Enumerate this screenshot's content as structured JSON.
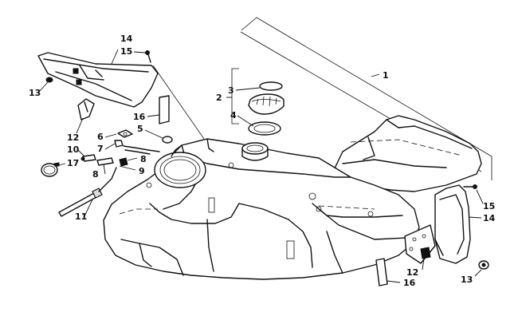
{
  "callouts": {
    "c1": "1",
    "c2": "2",
    "c3": "3",
    "c4": "4",
    "c5": "5",
    "c6": "6",
    "c7": "7",
    "c8a": "8",
    "c8b": "8",
    "c9": "9",
    "c10": "10",
    "c11": "11",
    "c12a": "12",
    "c12b": "12",
    "c13a": "13",
    "c13b": "13",
    "c14a": "14",
    "c14b": "14",
    "c15a": "15",
    "c15b": "15",
    "c16a": "16",
    "c16b": "16",
    "c17": "17"
  }
}
